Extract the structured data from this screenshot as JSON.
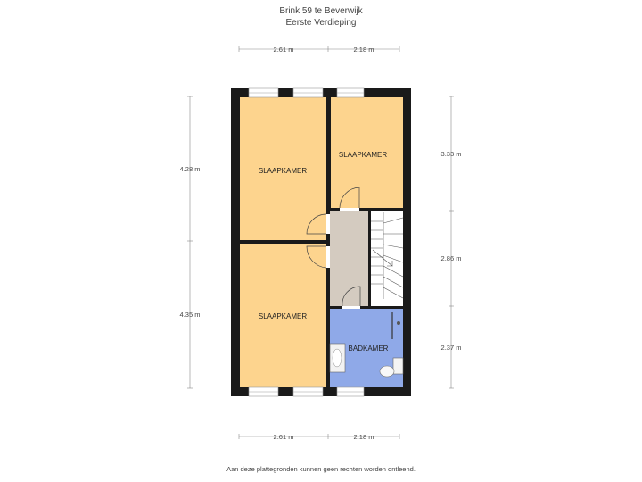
{
  "header": {
    "title": "Brink 59 te Beverwijk",
    "subtitle": "Eerste Verdieping"
  },
  "rooms": {
    "bedroom_top_left": "SLAAPKAMER",
    "bedroom_top_right": "SLAAPKAMER",
    "bedroom_bottom_left": "SLAAPKAMER",
    "bathroom": "BADKAMER"
  },
  "dimensions": {
    "top_left": "2.61 m",
    "top_right": "2.18 m",
    "bottom_left": "2.61 m",
    "bottom_right": "2.18 m",
    "left_upper": "4.28 m",
    "left_lower": "4.35 m",
    "right_upper": "3.33 m",
    "right_middle": "2.86 m",
    "right_lower": "2.37 m"
  },
  "colors": {
    "bedroom": "#fdd48e",
    "hallway": "#d4cbc0",
    "bathroom": "#8fa9e8",
    "wall": "#1a1a1a",
    "window": "#eeeeee"
  },
  "footer": {
    "disclaimer": "Aan deze plattegronden kunnen geen rechten worden ontleend."
  }
}
